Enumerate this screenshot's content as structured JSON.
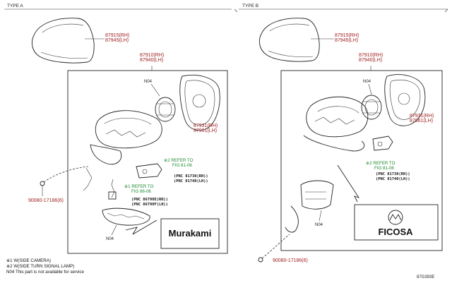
{
  "sections": [
    {
      "header": "TYPE A",
      "cover_part": "87915(RH)\n87945(LH)",
      "assembly_part": "87910(RH)\n87940(LH)",
      "nut_top": "N04",
      "glass_part": "87931(RH)\n87961(LH)",
      "ref_camera": {
        "mark": "※2",
        "text": "REFER TO\nFIG 81-06"
      },
      "pnc_camera": "(PNC 81730(RH))\n(PNC 81740(LH))",
      "ref_lamp": {
        "mark": "※1",
        "text": "REFER TO\nFIG 86-06"
      },
      "pnc_lamp": "(PNC 86790E(RH))\n(PNC 86790F(LH))",
      "nut_bottom": "N04",
      "screw": "90080-17186(6)",
      "brand": "Murakami"
    },
    {
      "header": "TYPE B",
      "cover_part": "87915(RH)\n87945(LH)",
      "assembly_part": "87910(RH)\n87940(LH)",
      "nut_top": "N04",
      "glass_part": "87931(RH)\n87961(LH)",
      "ref_camera": {
        "mark": "※2",
        "text": "REFER TO\nFIG 81-06"
      },
      "pnc_camera": "(PNC 81730(RH))\n(PNC 81740(LH))",
      "nut_bottom": "N04",
      "screw": "90080-17186(6)",
      "brand": "FICOSA"
    }
  ],
  "notes": [
    "※1 W(SIDE CAMERA)",
    "※2 W(SIDE TURN SIGNAL LAMP)",
    "N04 This part is not available for service"
  ],
  "figure_code": "87G393E"
}
